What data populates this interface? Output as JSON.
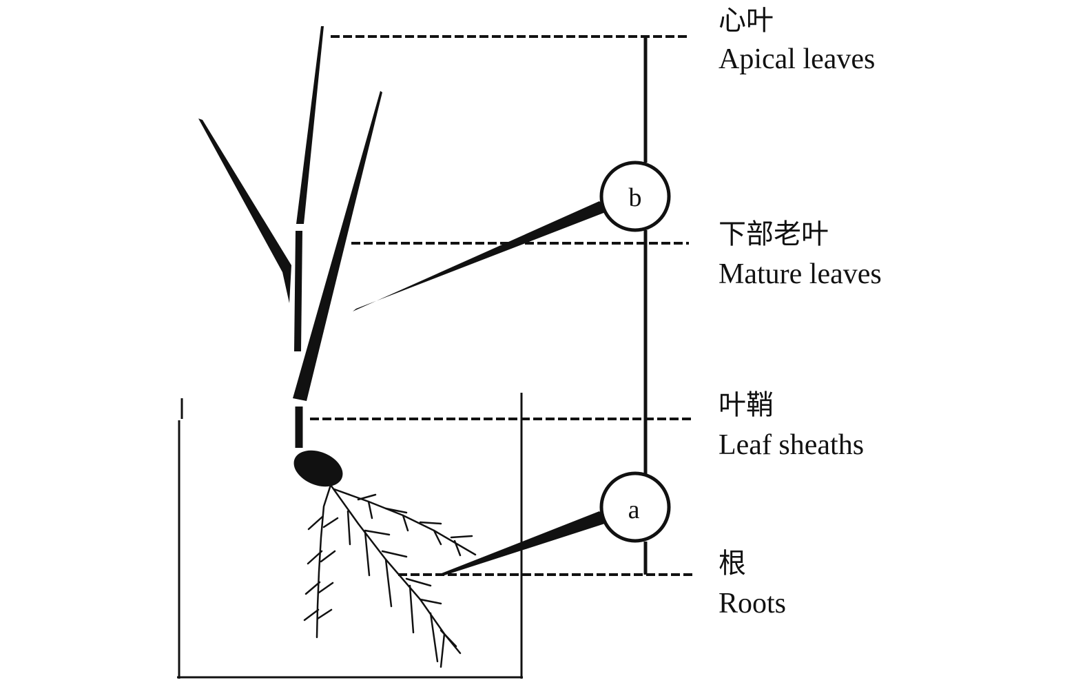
{
  "labels": [
    {
      "id": "apical",
      "zh": "心叶",
      "en": "Apical leaves"
    },
    {
      "id": "mature",
      "zh": "下部老叶",
      "en": "Mature leaves"
    },
    {
      "id": "sheaths",
      "zh": "叶鞘",
      "en": "Leaf sheaths"
    },
    {
      "id": "roots",
      "zh": "根",
      "en": "Roots"
    }
  ],
  "markers": {
    "b": "b",
    "a": "a"
  }
}
